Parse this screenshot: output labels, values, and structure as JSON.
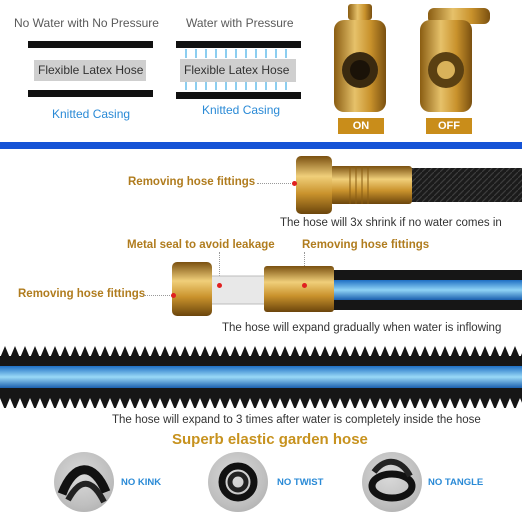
{
  "top_left": {
    "title": "No Water with No Pressure",
    "hose_label": "Flexible Latex Hose",
    "casing_label": "Knitted Casing"
  },
  "top_mid": {
    "title": "Water with Pressure",
    "hose_label": "Flexible Latex Hose",
    "casing_label": "Knitted Casing"
  },
  "valves": {
    "on_label": "ON",
    "off_label": "OFF"
  },
  "section2": {
    "removing_fittings_top": "Removing hose fittings",
    "shrink_caption": "The hose will 3x shrink if no water comes in",
    "metal_seal": "Metal seal to avoid leakage",
    "removing_fittings_right": "Removing hose fittings",
    "removing_fittings_left": "Removing hose fittings",
    "expand_caption": "The hose will expand gradually when water is inflowing"
  },
  "section3": {
    "expand_full_caption": "The hose will expand to 3 times after water is completely inside the hose",
    "headline": "Superb elastic garden hose"
  },
  "features": [
    {
      "label": "NO KINK"
    },
    {
      "label": "NO TWIST"
    },
    {
      "label": "NO TANGLE"
    }
  ],
  "colors": {
    "accent_blue": "#2a8ad6",
    "divider_blue": "#1553d6",
    "brass": "#c98d1a",
    "headline_gold": "#c7921e"
  }
}
